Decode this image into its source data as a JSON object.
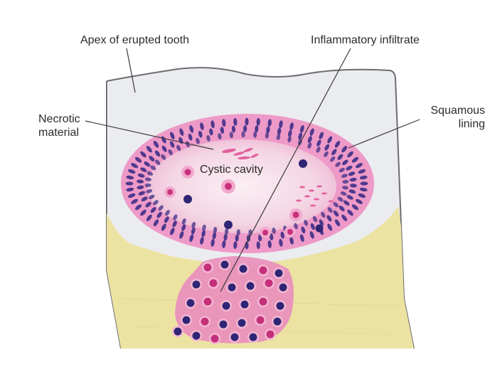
{
  "labels": {
    "apex": "Apex of erupted tooth",
    "inflammatory": "Inflammatory infiltrate",
    "necrotic_line1": "Necrotic",
    "necrotic_line2": "material",
    "squamous_line1": "Squamous",
    "squamous_line2": "lining",
    "cystic": "Cystic cavity"
  },
  "colors": {
    "tooth_fill": "#e9eaee",
    "tooth_outline": "#6e6e74",
    "bone": "#ece3a2",
    "lining_pink": "#ec8fc4",
    "cavity": "#f6dde8",
    "nuclei": "#3d2f86",
    "infiltrate": "#e57fb4"
  }
}
